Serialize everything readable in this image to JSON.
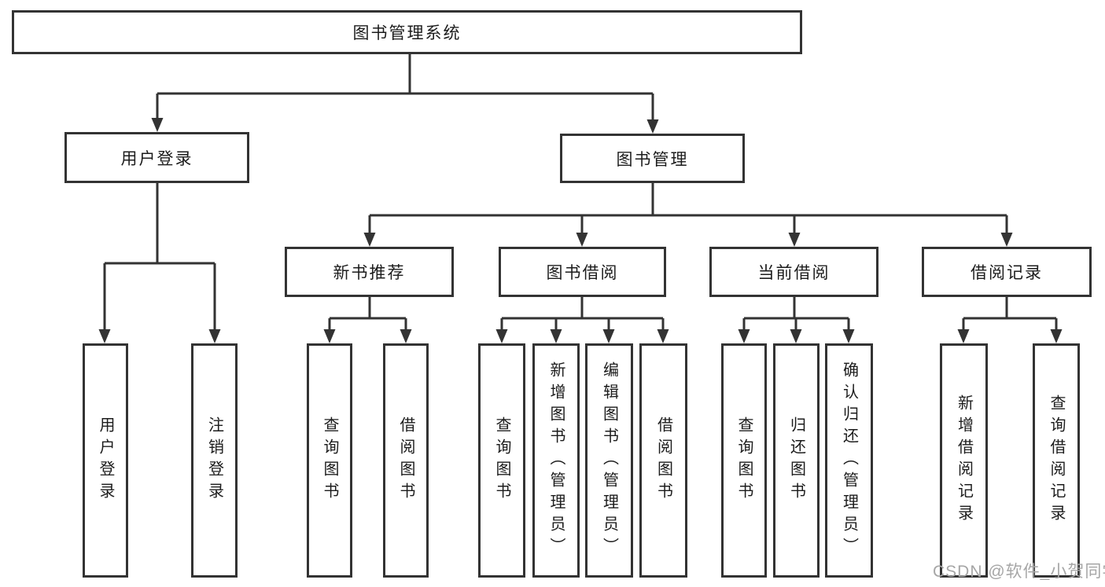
{
  "diagram": {
    "root_label": "图书管理系统",
    "branches": [
      {
        "label": "用户登录",
        "children": [
          {
            "label": "用户登录"
          },
          {
            "label": "注销登录"
          }
        ]
      },
      {
        "label": "图书管理",
        "sections": [
          {
            "label": "新书推荐",
            "children": [
              {
                "label": "查询图书"
              },
              {
                "label": "借阅图书"
              }
            ]
          },
          {
            "label": "图书借阅",
            "children": [
              {
                "label": "查询图书"
              },
              {
                "label": "新增图书（管理员）"
              },
              {
                "label": "编辑图书（管理员）"
              },
              {
                "label": "借阅图书"
              }
            ]
          },
          {
            "label": "当前借阅",
            "children": [
              {
                "label": "查询图书"
              },
              {
                "label": "归还图书"
              },
              {
                "label": "确认归还（管理员）"
              }
            ]
          },
          {
            "label": "借阅记录",
            "children": [
              {
                "label": "新增借阅记录"
              },
              {
                "label": "查询借阅记录"
              }
            ]
          }
        ]
      }
    ]
  },
  "watermark": {
    "text": "CSDN @软件_小贺同学"
  },
  "colors": {
    "line": "#333333",
    "text": "#1c1c1c",
    "background": "#ffffff",
    "watermark": "#a6a6a6"
  }
}
